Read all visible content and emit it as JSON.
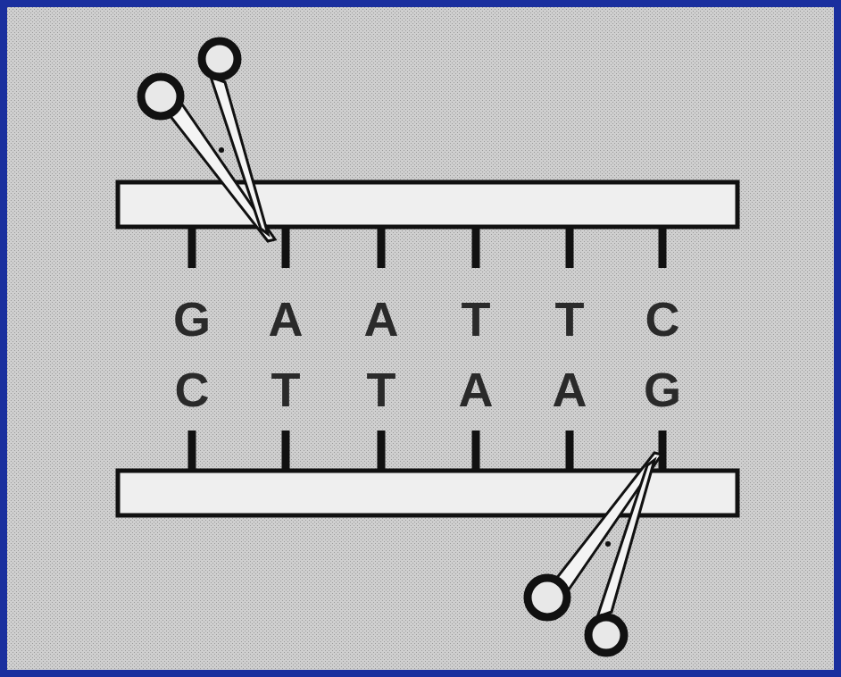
{
  "diagram": {
    "labels": [
      "G",
      "A",
      "A",
      "T",
      "T",
      "C",
      "C",
      "T",
      "T",
      "A",
      "A",
      "G"
    ]
  }
}
